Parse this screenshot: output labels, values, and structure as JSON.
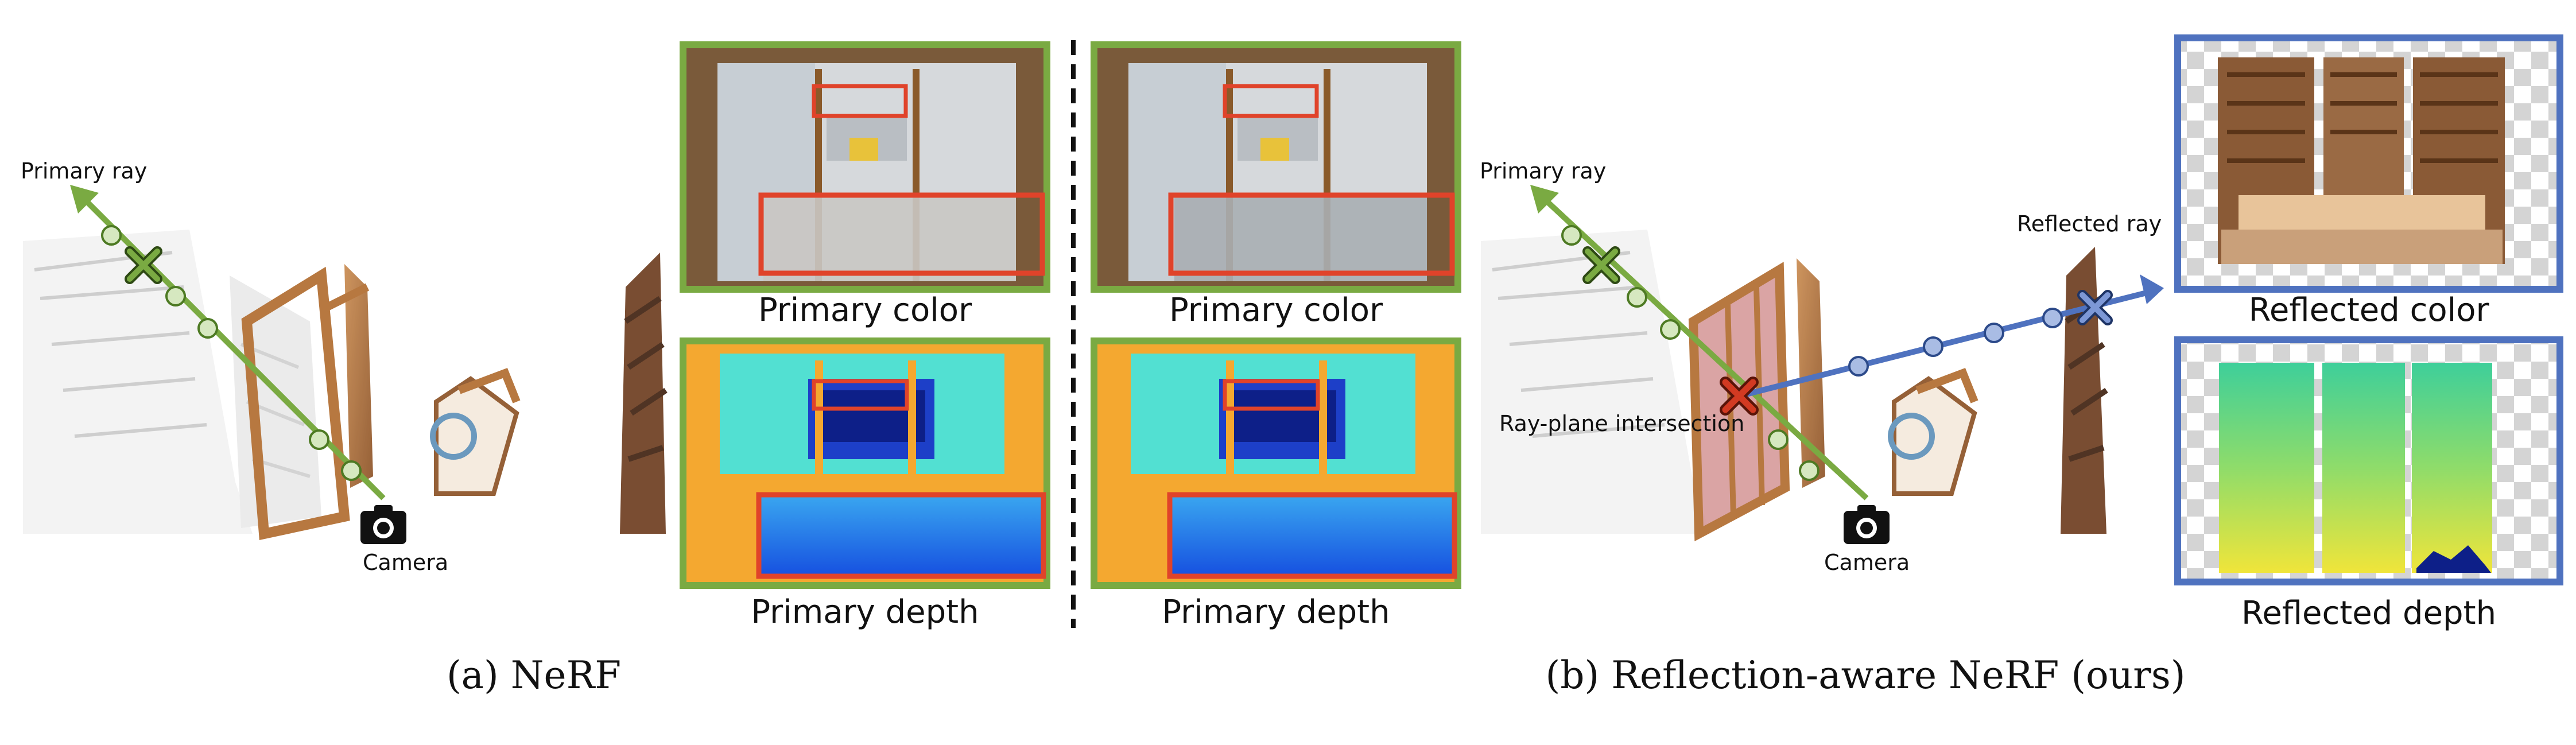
{
  "colors": {
    "green": "#7aaa42",
    "green_fill": "#d6e8c0",
    "blue": "#4f72bf",
    "blue_fill": "#a9bce4",
    "red_box": "#e0432a",
    "red_cross": "#d23a22"
  },
  "panel_a": {
    "primary_ray_label": "Primary ray",
    "camera_label": "Camera",
    "primary_color_caption": "Primary color",
    "primary_depth_caption": "Primary depth",
    "subfigure_caption": "(a) NeRF"
  },
  "panel_a2": {
    "primary_color_caption": "Primary color",
    "primary_depth_caption": "Primary depth"
  },
  "panel_b": {
    "primary_ray_label": "Primary ray",
    "reflected_ray_label": "Reflected ray",
    "intersection_label": "Ray-plane intersection",
    "camera_label": "Camera",
    "reflected_color_caption": "Reflected color",
    "reflected_depth_caption": "Reflected depth",
    "subfigure_caption": "(b) Reflection-aware NeRF (ours)"
  },
  "icons": {
    "camera": "camera-icon",
    "intersection": "cross-marker-icon"
  }
}
